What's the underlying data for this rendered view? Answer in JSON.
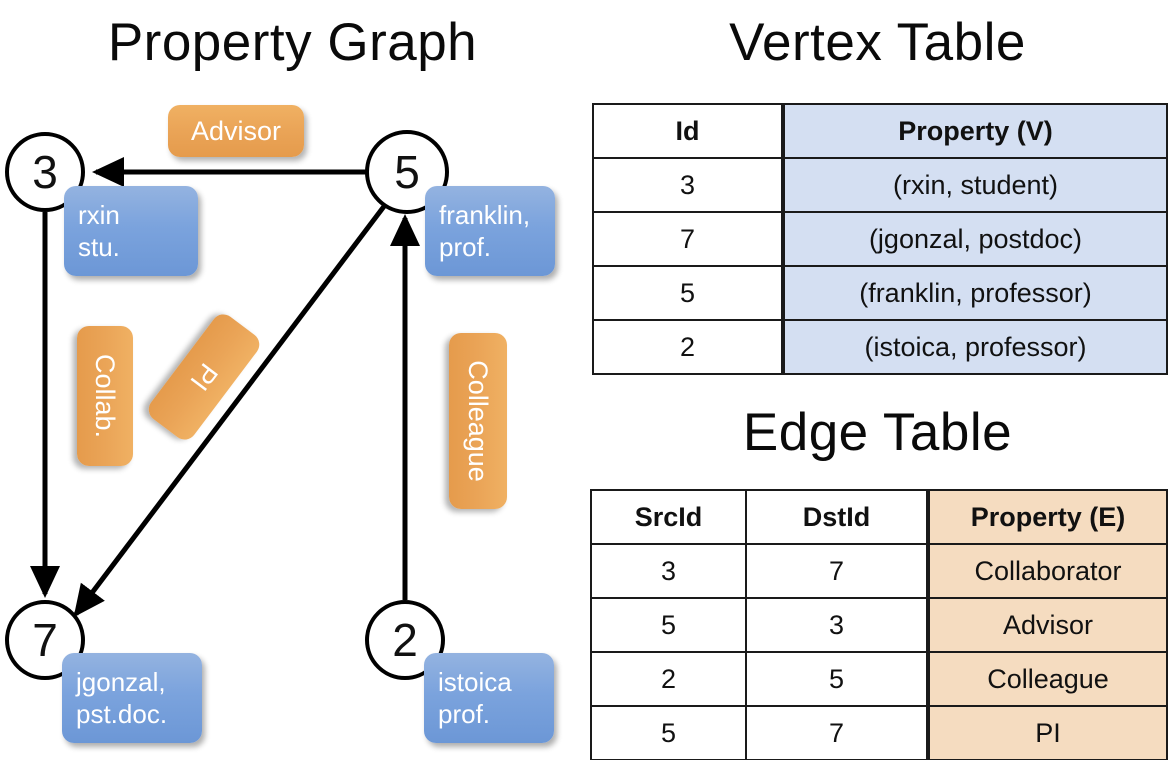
{
  "titles": {
    "property_graph": "Property Graph",
    "vertex_table": "Vertex Table",
    "edge_table": "Edge Table"
  },
  "graph": {
    "nodes": [
      {
        "id": "3",
        "property": [
          "rxin",
          "stu."
        ]
      },
      {
        "id": "5",
        "property": [
          "franklin,",
          "prof."
        ]
      },
      {
        "id": "7",
        "property": [
          "jgonzal,",
          "pst.doc."
        ]
      },
      {
        "id": "2",
        "property": [
          "istoica",
          "prof."
        ]
      }
    ],
    "edge_labels": [
      {
        "label": "Advisor",
        "from": "5",
        "to": "3"
      },
      {
        "label": "Collab.",
        "from": "3",
        "to": "7"
      },
      {
        "label": "PI",
        "from": "5",
        "to": "7"
      },
      {
        "label": "Colleague",
        "from": "2",
        "to": "5"
      }
    ]
  },
  "vertex_table": {
    "headers": [
      "Id",
      "Property (V)"
    ],
    "rows": [
      {
        "id": "3",
        "property": "(rxin, student)"
      },
      {
        "id": "7",
        "property": "(jgonzal, postdoc)"
      },
      {
        "id": "5",
        "property": "(franklin, professor)"
      },
      {
        "id": "2",
        "property": "(istoica, professor)"
      }
    ]
  },
  "edge_table": {
    "headers": [
      "SrcId",
      "DstId",
      "Property (E)"
    ],
    "rows": [
      {
        "src": "3",
        "dst": "7",
        "property": "Collaborator"
      },
      {
        "src": "5",
        "dst": "3",
        "property": "Advisor"
      },
      {
        "src": "2",
        "dst": "5",
        "property": "Colleague"
      },
      {
        "src": "5",
        "dst": "7",
        "property": "PI"
      }
    ]
  },
  "colors": {
    "vertex_property_bg": "#d4dff2",
    "edge_property_bg": "#f5dcc0",
    "node_property_box": "#7ba3dd",
    "edge_label_box": "#eaa457",
    "page_bg": "#ffffff",
    "stroke": "#000000"
  }
}
